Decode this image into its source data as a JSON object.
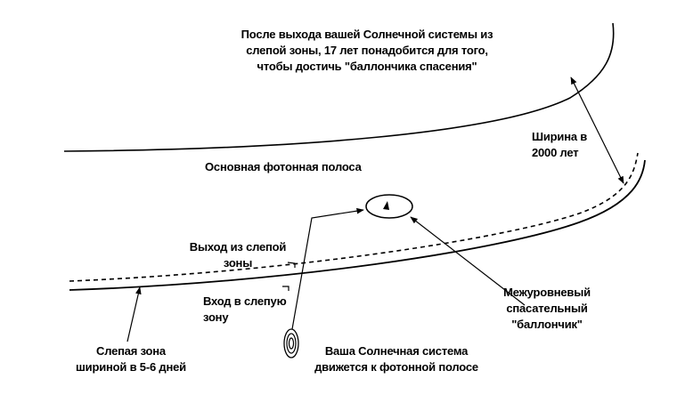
{
  "labels": {
    "top_note": [
      "После выхода вашей Солнечной системы из",
      "слепой зоны, 17 лет понадобится для того,",
      "чтобы достичь \"баллончика спасения\""
    ],
    "width_note": [
      "Ширина в",
      "2000 лет"
    ],
    "main_band": "Основная фотонная полоса",
    "exit_blind_zone": [
      "Выход из слепой",
      "зоны"
    ],
    "enter_blind_zone": [
      "Вход в слепую",
      "зону"
    ],
    "blind_zone_width": [
      "Слепая зона",
      "шириной в 5-6 дней"
    ],
    "solar_system_note": [
      "Ваша Солнечная система",
      "движется к фотонной полосе"
    ],
    "rescue_balloon": [
      "Межуровневый",
      "спасательный",
      "\"баллончик\""
    ]
  },
  "colors": {
    "ink": "#000000",
    "background": "#ffffff"
  }
}
